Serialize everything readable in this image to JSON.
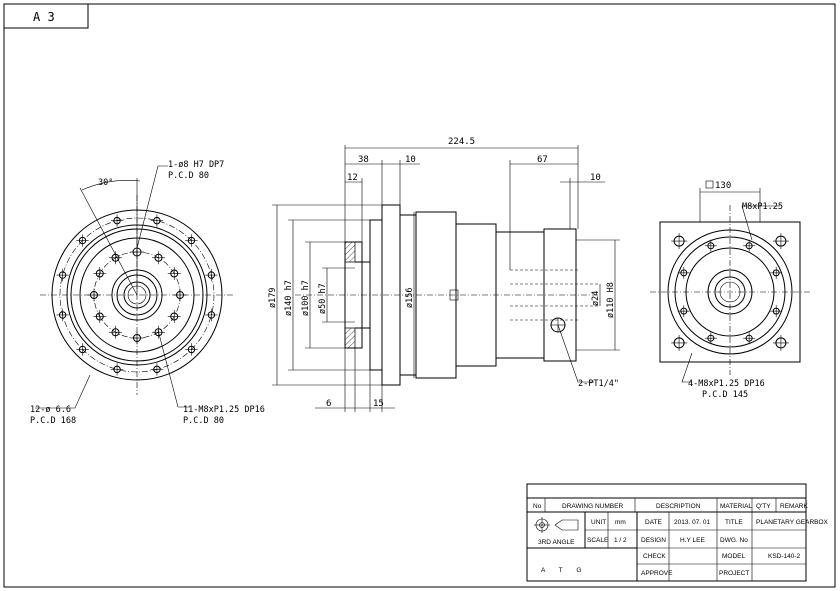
{
  "sheet": {
    "size_label": "A 3"
  },
  "front_view": {
    "angle_label": "30°",
    "pin_hole_label": "1-ø8  H7  DP7",
    "pin_pcd_label": "P.C.D  80",
    "mount_hole_label": "12-ø  6.6",
    "mount_pcd_label": "P.C.D 168",
    "tap_hole_label": "11-M8xP1.25  DP16",
    "tap_pcd_label": "P.C.D  80"
  },
  "side_view": {
    "overall_length": "224.5",
    "dim_38": "38",
    "dim_10a": "10",
    "dim_12": "12",
    "dim_67": "67",
    "dim_10b": "10",
    "dia_179": "ø179",
    "dia_140": "ø140  h7",
    "dia_100": "ø100  h7",
    "dia_50": "ø50  h7",
    "dia_156": "ø156",
    "dia_24": "ø24",
    "dia_110": "ø110  H8",
    "dim_6": "6",
    "dim_15": "15",
    "port_label": "2-PT1/4\""
  },
  "rear_view": {
    "square_label": "130",
    "thread_label": "M8xP1.25",
    "tap_label": "4-M8xP1.25  DP16",
    "pcd_label": "P.C.D  145"
  },
  "title_block": {
    "headers": {
      "no": "No",
      "drawing_number": "DRAWING  NUMBER",
      "description": "DESCRIPTION",
      "material": "MATERIAL",
      "qty": "Q'TY",
      "remark": "REMARK"
    },
    "projection": "3RD  ANGLE",
    "unit_label": "UNIT",
    "unit_value": "mm",
    "scale_label": "SCALE",
    "scale_value": "1 / 2",
    "date_label": "DATE",
    "date_value": "2013. 07. 01",
    "design_label": "DESIGN",
    "design_value": "H.Y  LEE",
    "check_label": "CHECK",
    "approve_label": "APPROVE",
    "title_label": "TITLE",
    "title_value": "PLANETARY  GEARBOX",
    "dwg_label": "DWG.  No",
    "model_label": "MODEL",
    "model_value": "KSD-140-2",
    "project_label": "PROJECT",
    "logo": "A T G"
  }
}
